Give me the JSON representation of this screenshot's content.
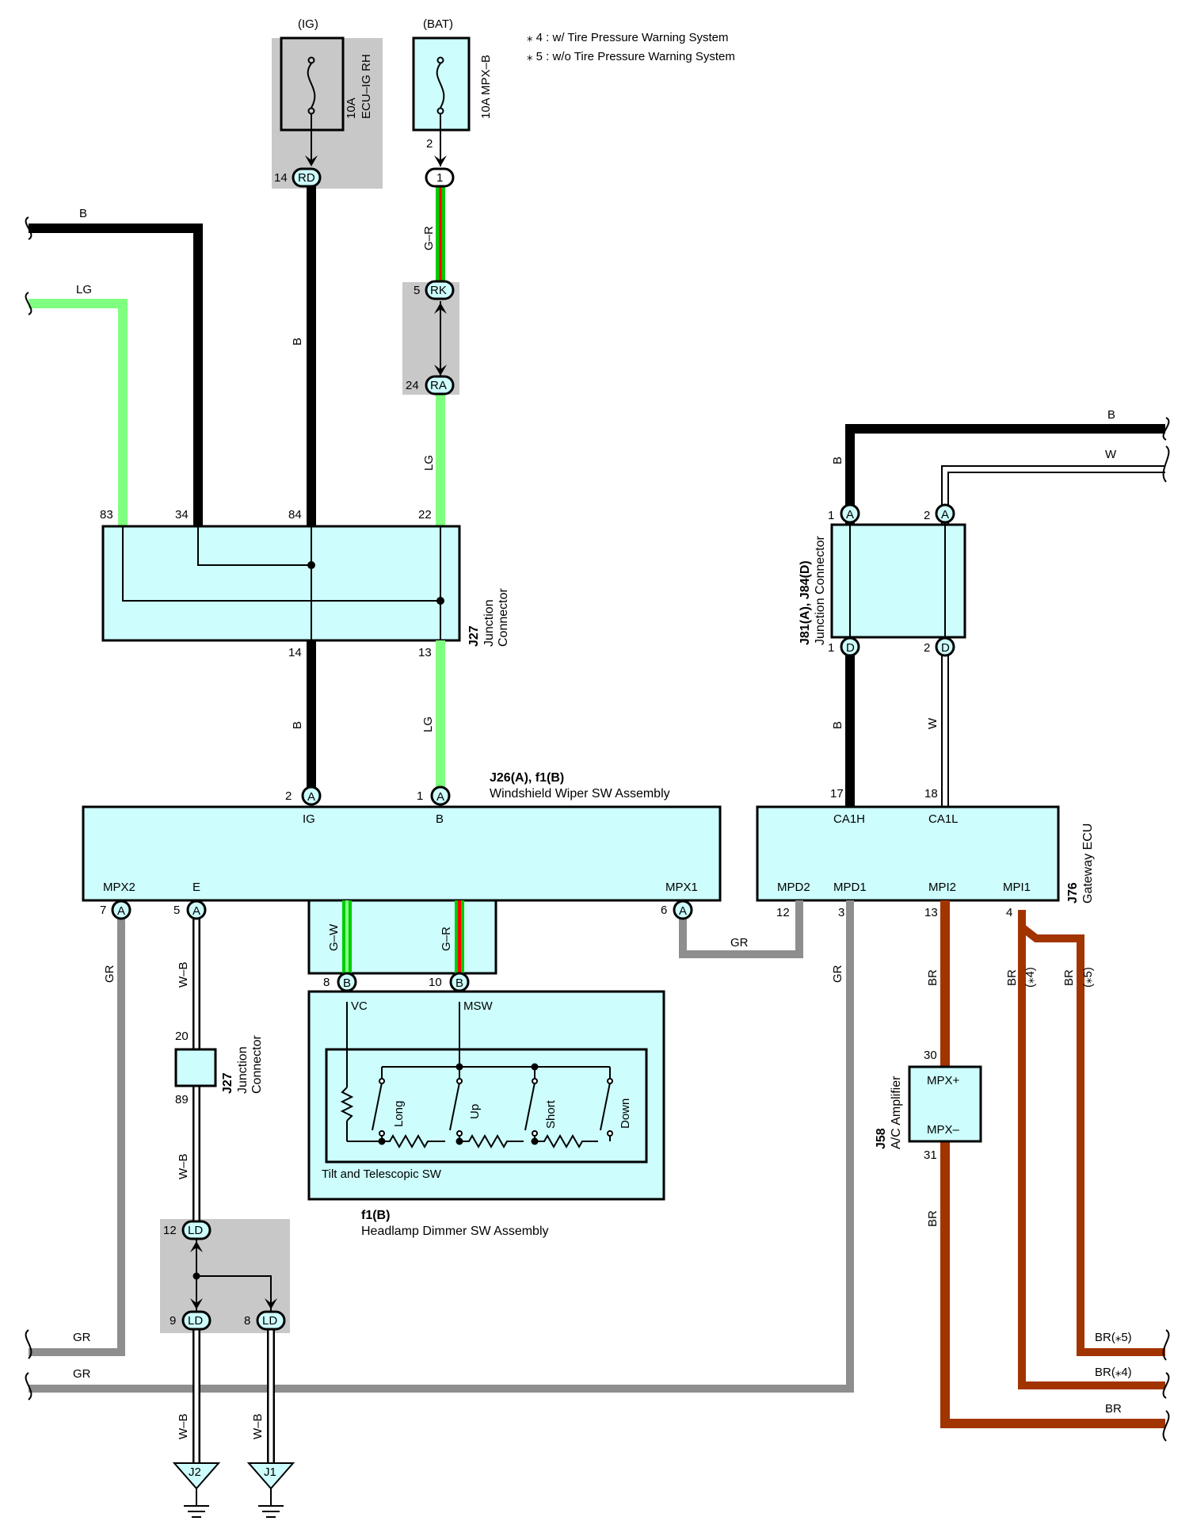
{
  "notes": [
    "⁎ 4 : w/ Tire Pressure Warning System",
    "⁎ 5 : w/o Tire Pressure Warning System"
  ],
  "fuses": {
    "ig": {
      "header": "(IG)",
      "name": "10A\nECU-IG RH",
      "name_l1": "10A",
      "name_l2": "ECU–IG RH",
      "pin": "14",
      "conn": "RD"
    },
    "bat": {
      "header": "(BAT)",
      "name": "10A MPX–B",
      "pin_top": "2",
      "pin": "1"
    }
  },
  "connectors": {
    "rk": {
      "pin": "5",
      "conn": "RK"
    },
    "ra": {
      "pin": "24",
      "conn": "RA"
    },
    "ld12": {
      "pin": "12",
      "conn": "LD"
    },
    "ld9": {
      "pin": "9",
      "conn": "LD"
    },
    "ld8": {
      "pin": "8",
      "conn": "LD"
    }
  },
  "wires": {
    "b": "B",
    "lg": "LG",
    "gr_wire": "G–R",
    "w": "W",
    "gr": "GR",
    "wb": "W–B",
    "gw": "G–W",
    "br": "BR",
    "br4": "BR(⁎4)",
    "br5": "BR(⁎5)",
    "star4": "(⁎4)",
    "star5": "(⁎5)"
  },
  "j27_top": {
    "code": "J27",
    "name": "Junction",
    "name2": "Connector",
    "pins_top": [
      "83",
      "34",
      "84",
      "22"
    ],
    "pins_bottom": [
      "14",
      "13"
    ]
  },
  "j81": {
    "code": "J81(A), J84(D)",
    "name": "Junction Connector",
    "pins_top": [
      "1",
      "2"
    ],
    "conn_top": "A",
    "pins_bottom": [
      "1",
      "2"
    ],
    "conn_bottom": "D"
  },
  "wiper": {
    "code": "J26(A), f1(B)",
    "name": "Windshield Wiper SW Assembly",
    "term_ig": "IG",
    "term_b": "B",
    "pin_ig": "2",
    "pin_b": "1",
    "conn": "A",
    "term_mpx2": "MPX2",
    "term_e": "E",
    "term_mpx1": "MPX1",
    "pin_mpx2": "7",
    "pin_e": "5",
    "pin_mpx1": "6"
  },
  "gateway": {
    "code": "J76",
    "name": "Gateway ECU",
    "terms_top": [
      "CA1H",
      "CA1L"
    ],
    "pins_top": [
      "17",
      "18"
    ],
    "terms_bottom": [
      "MPD2",
      "MPD1",
      "MPI2",
      "MPI1"
    ],
    "pins_bottom": [
      "12",
      "3",
      "13",
      "4"
    ]
  },
  "tilt": {
    "pin_vc": "8",
    "pin_msw": "10",
    "conn": "B",
    "term_vc": "VC",
    "term_msw": "MSW",
    "switches": [
      "Long",
      "Up",
      "Short",
      "Down"
    ],
    "name": "Tilt and Telescopic SW",
    "code": "f1(B)",
    "assembly": "Headlamp Dimmer SW Assembly"
  },
  "j27_bottom": {
    "code": "J27",
    "name": "Junction",
    "name2": "Connector",
    "pin_top": "20",
    "pin_bottom": "89"
  },
  "ac_amp": {
    "code": "J58",
    "name": "A/C Amplifier",
    "term_plus": "MPX+",
    "term_minus": "MPX–",
    "pin_top": "30",
    "pin_bottom": "31"
  },
  "grounds": [
    "J2",
    "J1"
  ],
  "colors": {
    "fill_box": "#cdfdfd",
    "fill_shade": "#c8c8c8",
    "wire_black": "#000000",
    "wire_lg": "#7fff7f",
    "wire_gr": "#8e8e8e",
    "wire_br": "#a23400",
    "wire_red": "#ff0000",
    "wire_green": "#00cc00"
  }
}
